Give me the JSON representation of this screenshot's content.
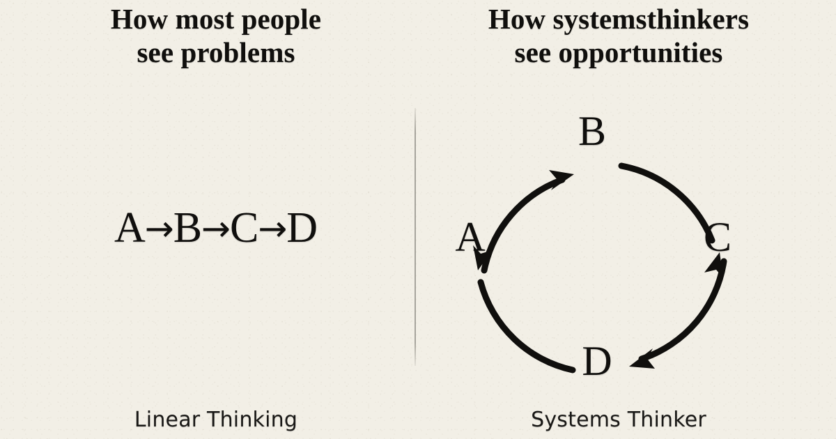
{
  "canvas": {
    "background_color": "#F2EFE6",
    "ink_color": "#100F0D",
    "divider_color": "#78766E"
  },
  "left_panel": {
    "heading": "How most people\nsee problems",
    "caption": "Linear Thinking",
    "chain": {
      "nodes": [
        "A",
        "B",
        "C",
        "D"
      ],
      "arrow_glyph": "→",
      "sequence": "A→B→C→D"
    }
  },
  "right_panel": {
    "heading": "How systemsthinkers\nsee opportunities",
    "caption": "Systems Thinker",
    "cycle": {
      "nodes": [
        {
          "label": "A",
          "position": "left"
        },
        {
          "label": "B",
          "position": "top"
        },
        {
          "label": "C",
          "position": "right"
        },
        {
          "label": "D",
          "position": "bottom"
        }
      ],
      "edges": [
        {
          "from": "A",
          "to": "B"
        },
        {
          "from": "B",
          "to": "C"
        },
        {
          "from": "C",
          "to": "D"
        },
        {
          "from": "D",
          "to": "A"
        }
      ]
    }
  }
}
